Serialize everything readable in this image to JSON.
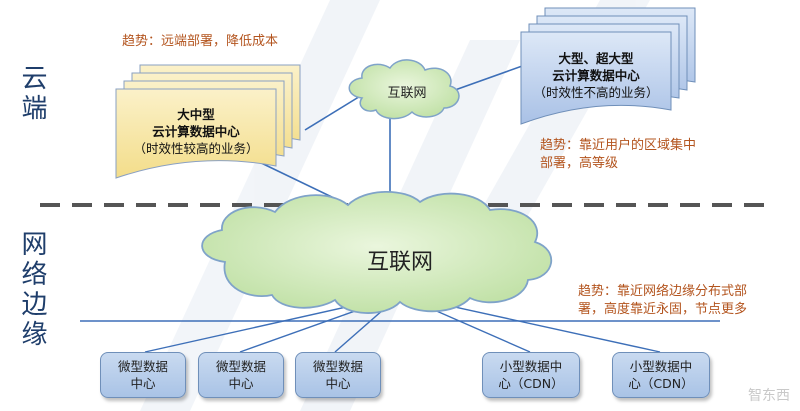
{
  "side_labels": {
    "cloud": "云端",
    "edge": "网络边缘"
  },
  "trend_top": "趋势：远端部署，降低成本",
  "doc_left": {
    "line1": "大中型",
    "line2": "云计算数据中心",
    "line3": "（时效性较高的业务）"
  },
  "doc_right": {
    "line1": "大型、超大型",
    "line2": "云计算数据中心",
    "line3": "（时效性不高的业务）"
  },
  "cloud_small": "互联网",
  "cloud_big": "互联网",
  "trend_right_top": {
    "line1": "趋势：靠近用户的区域集中",
    "line2": "部署，高等级"
  },
  "trend_right_bottom": {
    "line1": "趋势：靠近网络边缘分布式部",
    "line2": "署，高度靠近永固，节点更多"
  },
  "boxes": [
    {
      "line1": "微型数据",
      "line2": "中心"
    },
    {
      "line1": "微型数据",
      "line2": "中心"
    },
    {
      "line1": "微型数据",
      "line2": "中心"
    },
    {
      "line1": "小型数据中",
      "line2": "心（CDN）"
    },
    {
      "line1": "小型数据中",
      "line2": "心（CDN）"
    }
  ],
  "watermark": "智东西"
}
